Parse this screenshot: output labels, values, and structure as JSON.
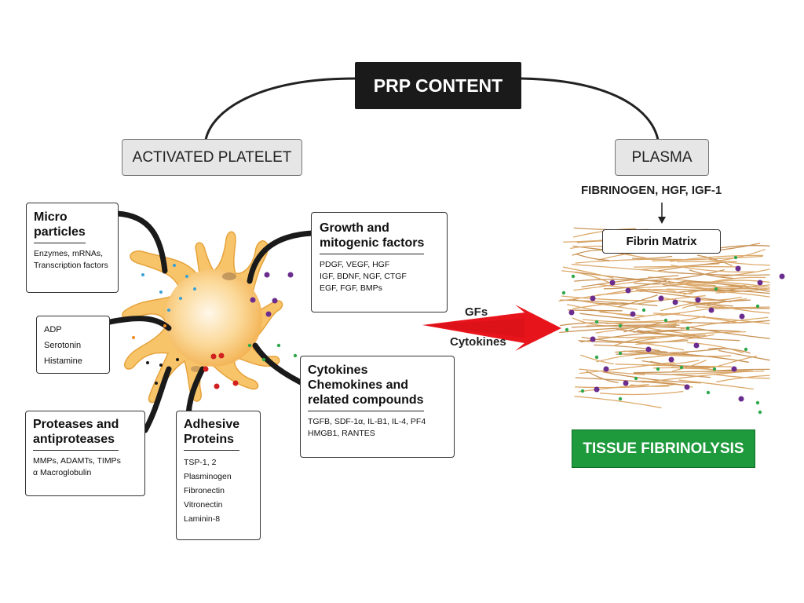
{
  "title": "PRP CONTENT",
  "activated_platelet": "ACTIVATED PLATELET",
  "plasma": "PLASMA",
  "plasma_factors": "FIBRINOGEN, HGF, IGF-1",
  "fibrin_matrix": "Fibrin Matrix",
  "arrow_label_1": "GFs",
  "arrow_label_2": "Cytokines",
  "tissue_fibrinolysis": "TISSUE FIBRINOLYSIS",
  "boxes": {
    "micro": {
      "title": [
        "Micro",
        "particles"
      ],
      "items": [
        "Enzymes, mRNAs,",
        "Transcription factors"
      ]
    },
    "adp": {
      "items": [
        "ADP",
        "Serotonin",
        "Histamine"
      ]
    },
    "proteases": {
      "title": [
        "Proteases and",
        "antiproteases"
      ],
      "items": [
        "MMPs, ADAMTs, TIMPs",
        "α Macroglobulin"
      ]
    },
    "adhesive": {
      "title": [
        "Adhesive",
        "Proteins"
      ],
      "items": [
        "TSP-1, 2",
        "Plasminogen",
        "Fibronectin",
        "Vitronectin",
        "Laminin-8"
      ]
    },
    "growth": {
      "title": [
        "Growth and",
        "mitogenic factors"
      ],
      "items": [
        "PDGF, VEGF, HGF",
        "IGF, BDNF, NGF, CTGF",
        "EGF, FGF, BMPs"
      ]
    },
    "cytokines": {
      "title": [
        "Cytokines",
        "Chemokines and",
        "related compounds"
      ],
      "items": [
        "TGFB, SDF-1α, IL-B1, IL-4, PF4",
        "HMGB1, RANTES"
      ]
    }
  },
  "colors": {
    "platelet": "#f8c46a",
    "platelet_center": "#fff4d6",
    "fibrin": "#e8be82",
    "arrow": "#e8141c",
    "green_box": "#1e9a3c",
    "dot_purple": "#6a2c8e",
    "dot_green": "#2ea84a",
    "dot_blue": "#3aa0d8"
  }
}
